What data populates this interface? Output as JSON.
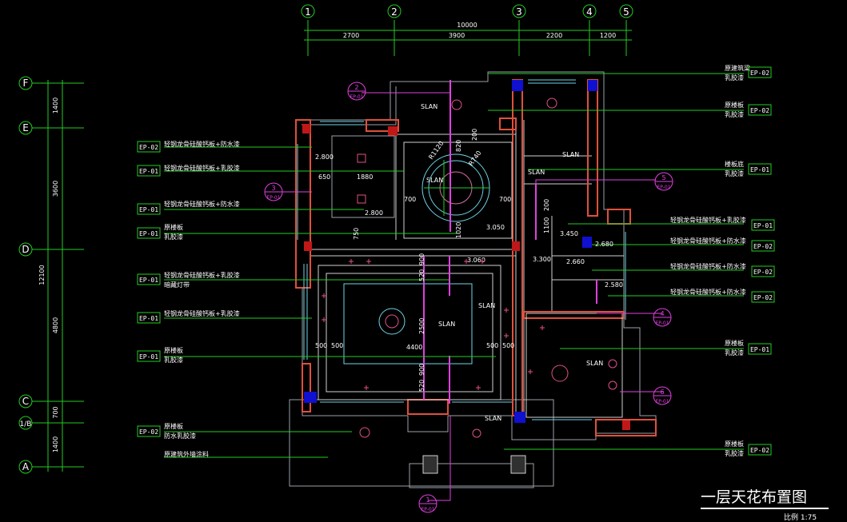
{
  "title": "一层天花布置图",
  "scale": "比例 1:75",
  "grid_top": [
    "1",
    "2",
    "3",
    "4",
    "5"
  ],
  "grid_left": [
    "F",
    "E",
    "D",
    "C",
    "1/B",
    "A"
  ],
  "dims_top": {
    "total": "10000",
    "d1": "2700",
    "d2": "3900",
    "d3": "2200",
    "d4": "1200"
  },
  "dims_left": {
    "d1": "1400",
    "d2": "3600",
    "total": "12100",
    "d3": "4800",
    "d4": "700",
    "d5": "1400"
  },
  "left_notes": [
    {
      "code": "EP-02",
      "text": "轻钢龙骨硅酸钙板+防水漆",
      "text2": ""
    },
    {
      "code": "EP-01",
      "text": "轻钢龙骨硅酸钙板+乳胶漆",
      "text2": ""
    },
    {
      "code": "EP-01",
      "text": "轻钢龙骨硅酸钙板+防水漆",
      "text2": ""
    },
    {
      "code": "EP-01",
      "text": "原楼板",
      "text2": "乳胶漆"
    },
    {
      "code": "EP-01",
      "text": "轻钢龙骨硅酸钙板+乳胶漆",
      "text2": "暗藏灯带"
    },
    {
      "code": "EP-01",
      "text": "轻钢龙骨硅酸钙板+乳胶漆",
      "text2": ""
    },
    {
      "code": "EP-01",
      "text": "原楼板",
      "text2": "乳胶漆"
    },
    {
      "code": "EP-02",
      "text": "原楼板",
      "text2": "防水乳胶漆"
    },
    {
      "code": "",
      "text": "原建筑外墙涂料",
      "text2": ""
    }
  ],
  "right_notes": [
    {
      "code": "EP-02",
      "text": "原建筑梁",
      "text2": "乳胶漆"
    },
    {
      "code": "EP-02",
      "text": "原楼板",
      "text2": "乳胶漆"
    },
    {
      "code": "EP-01",
      "text": "楼板底",
      "text2": "乳胶漆"
    },
    {
      "code": "EP-01",
      "text": "轻钢龙骨硅酸钙板+乳胶漆",
      "text2": ""
    },
    {
      "code": "EP-02",
      "text": "轻钢龙骨硅酸钙板+防水漆",
      "text2": ""
    },
    {
      "code": "EP-02",
      "text": "轻钢龙骨硅酸钙板+防水漆",
      "text2": ""
    },
    {
      "code": "EP-02",
      "text": "轻钢龙骨硅酸钙板+防水漆",
      "text2": ""
    },
    {
      "code": "EP-01",
      "text": "原楼板",
      "text2": "乳胶漆"
    },
    {
      "code": "EP-02",
      "text": "原楼板",
      "text2": "乳胶漆"
    }
  ],
  "room_dims": [
    "1880",
    "650",
    "700",
    "700",
    "R1120",
    "R740",
    "820",
    "200",
    "2.800",
    "2.800",
    "750",
    "3.050",
    "1100",
    "200",
    "3.450",
    "2.680",
    "3.060",
    "3.300",
    "2.660",
    "2.580",
    "900",
    "520",
    "2500",
    "4400",
    "500",
    "500",
    "500",
    "500",
    "520",
    "900",
    "1020"
  ],
  "slan": "SLAN",
  "callouts": [
    {
      "num": "2",
      "sub": "EP-01"
    },
    {
      "num": "3",
      "sub": "EP-01"
    },
    {
      "num": "5",
      "sub": "EP-01"
    },
    {
      "num": "4",
      "sub": "EP-01"
    },
    {
      "num": "6",
      "sub": "EP-01"
    },
    {
      "num": "1",
      "sub": "EP-01"
    }
  ]
}
